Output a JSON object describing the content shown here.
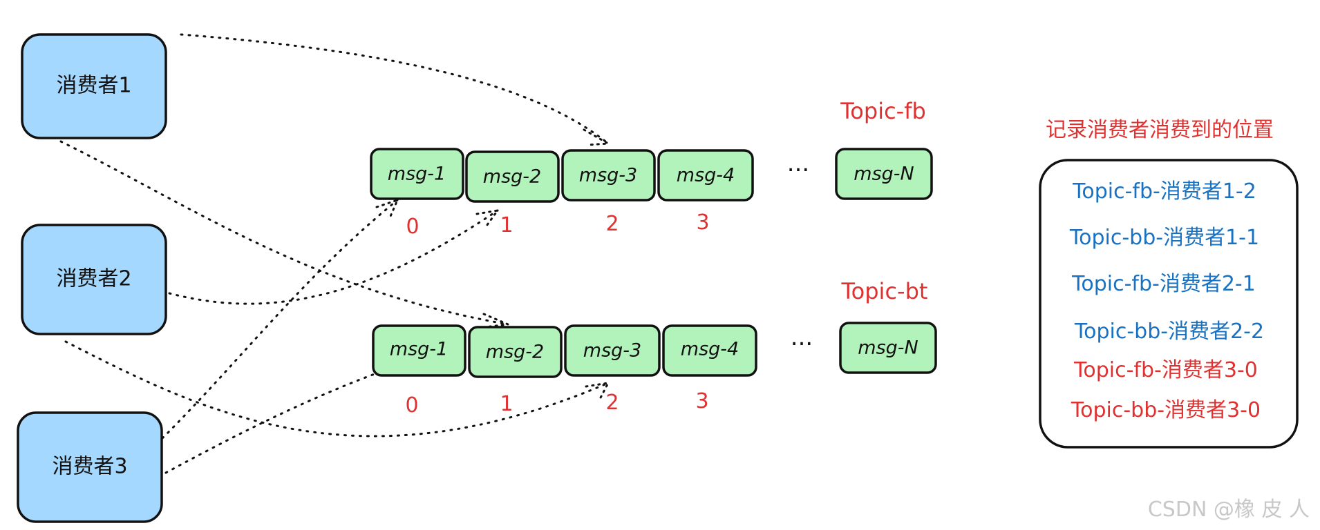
{
  "colors": {
    "consumer_fill": "#a5d8ff",
    "message_fill": "#b2f2bb",
    "stroke": "#111111",
    "red": "#e03131",
    "blue": "#1971c2",
    "watermark": "#c8c8c8"
  },
  "consumers": [
    "消费者1",
    "消费者2",
    "消费者3"
  ],
  "topics": [
    {
      "title": "Topic-fb",
      "messages": [
        "msg-1",
        "msg-2",
        "msg-3",
        "msg-4"
      ],
      "ellipsis": "···",
      "last_message": "msg-N",
      "indices": [
        "0",
        "1",
        "2",
        "3"
      ]
    },
    {
      "title": "Topic-bt",
      "messages": [
        "msg-1",
        "msg-2",
        "msg-3",
        "msg-4"
      ],
      "ellipsis": "···",
      "last_message": "msg-N",
      "indices": [
        "0",
        "1",
        "2",
        "3"
      ]
    }
  ],
  "record": {
    "title": "记录消费者消费到的位置",
    "items": [
      {
        "text": "Topic-fb-消费者1-2",
        "color": "#1971c2"
      },
      {
        "text": "Topic-bb-消费者1-1",
        "color": "#1971c2"
      },
      {
        "text": "Topic-fb-消费者2-1",
        "color": "#1971c2"
      },
      {
        "text": "Topic-bb-消费者2-2",
        "color": "#1971c2"
      },
      {
        "text": "Topic-fb-消费者3-0",
        "color": "#e03131"
      },
      {
        "text": "Topic-bb-消费者3-0",
        "color": "#e03131"
      }
    ]
  },
  "watermark": "CSDN @橡 皮 人"
}
